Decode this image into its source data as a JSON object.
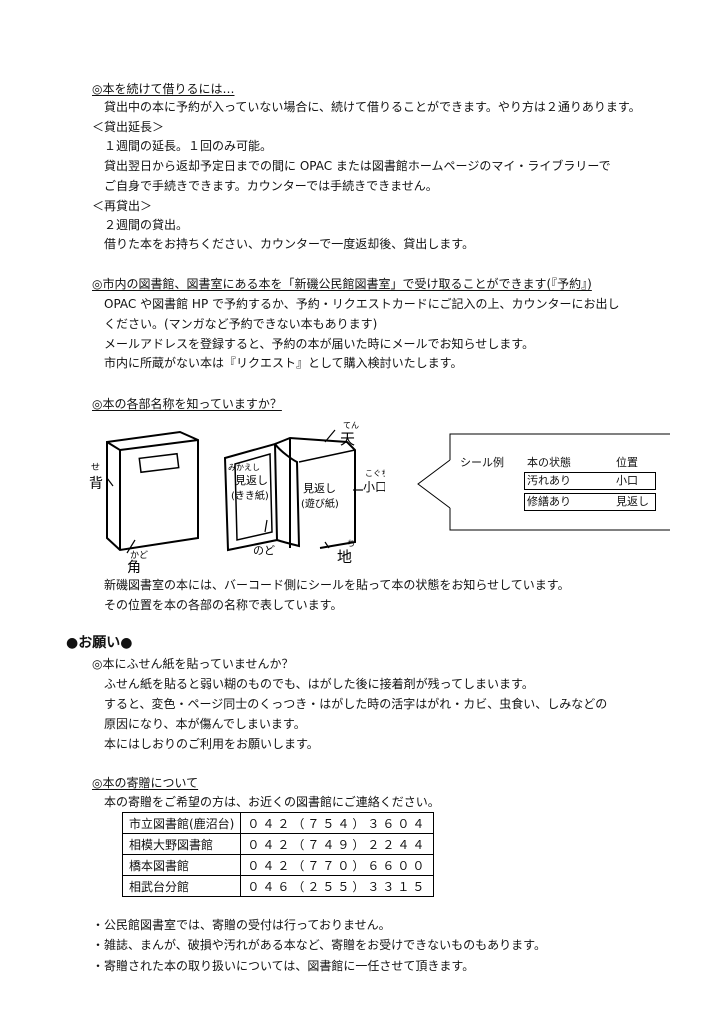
{
  "renewal": {
    "heading": "◎本を続けて借りるには…",
    "intro": "貸出中の本に予約が入っていない場合に、続けて借りることができます。やり方は２通りあります。",
    "extension_heading": "＜貸出延長＞",
    "extension_lines": [
      "１週間の延長。１回のみ可能。",
      "貸出翌日から返却予定日までの間に OPAC または図書館ホームページのマイ・ライブラリーで",
      "ご自身で手続きできます。カウンターでは手続きできません。"
    ],
    "reloan_heading": "＜再貸出＞",
    "reloan_lines": [
      "２週間の貸出。",
      "借りた本をお持ちください、カウンターで一度返却後、貸出します。"
    ]
  },
  "reservation": {
    "heading": "◎市内の図書館、図書室にある本を「新磯公民館図書室」で受け取ることができます(『予約』)",
    "lines": [
      "OPAC や図書館 HP で予約するか、予約・リクエストカードにご記入の上、カウンターにお出し",
      "ください。(マンガなど予約できない本もあります)",
      "メールアドレスを登録すると、予約の本が届いた時にメールでお知らせします。",
      "市内に所蔵がない本は『リクエスト』として購入検討いたします。"
    ]
  },
  "book_parts": {
    "heading": "◎本の各部名称を知っていますか？",
    "labels": {
      "se_reading": "せ",
      "se": "背",
      "kado_reading": "かど",
      "kado": "角",
      "mikaeshi_reading": "みかえし",
      "mikaeshi_line1": "見返し",
      "mikaeshi_line2": "(きき紙)",
      "mikaeshi2_line1": "見返し",
      "mikaeshi2_line2": "(遊び紙)",
      "nodo": "のど",
      "ten_reading": "てん",
      "ten": "天",
      "koguchi_reading": "こぐち",
      "koguchi": "小口",
      "chi_reading": "ち",
      "chi": "地"
    },
    "legend": {
      "col1_header": "シール例",
      "col2_header": "本の状態",
      "col3_header": "位置",
      "rows": [
        {
          "state": "汚れあり",
          "position": "小口"
        },
        {
          "state": "修繕あり",
          "position": "見返し"
        }
      ]
    },
    "notes": [
      "新磯図書室の本には、バーコード側にシールを貼って本の状態をお知らせしています。",
      "その位置を本の各部の名称で表しています。"
    ]
  },
  "request": {
    "heading": "●お願い●",
    "sticky_heading": "◎本にふせん紙を貼っていませんか？",
    "sticky_lines": [
      "ふせん紙を貼ると弱い糊のものでも、はがした後に接着剤が残ってしまいます。",
      "すると、変色・ページ同士のくっつき・はがした時の活字はがれ・カビ、虫食い、しみなどの",
      "原因になり、本が傷んでしまいます。",
      "本にはしおりのご利用をお願いします。"
    ],
    "donation_heading": "◎本の寄贈について",
    "donation_intro": "本の寄贈をご希望の方は、お近くの図書館にご連絡ください。",
    "contacts": [
      {
        "name": "市立図書館(鹿沼台)",
        "phone": "０４２（７５４）３６０４"
      },
      {
        "name": "相模大野図書館",
        "phone": "０４２（７４９）２２４４"
      },
      {
        "name": "橋本図書館",
        "phone": "０４２（７７０）６６００"
      },
      {
        "name": "相武台分館",
        "phone": "０４６（２５５）３３１５"
      }
    ],
    "bullets": [
      "・公民館図書室では、寄贈の受付は行っておりません。",
      "・雑誌、まんが、破損や汚れがある本など、寄贈をお受けできないものもあります。",
      "・寄贈された本の取り扱いについては、図書館に一任させて頂きます。"
    ]
  }
}
